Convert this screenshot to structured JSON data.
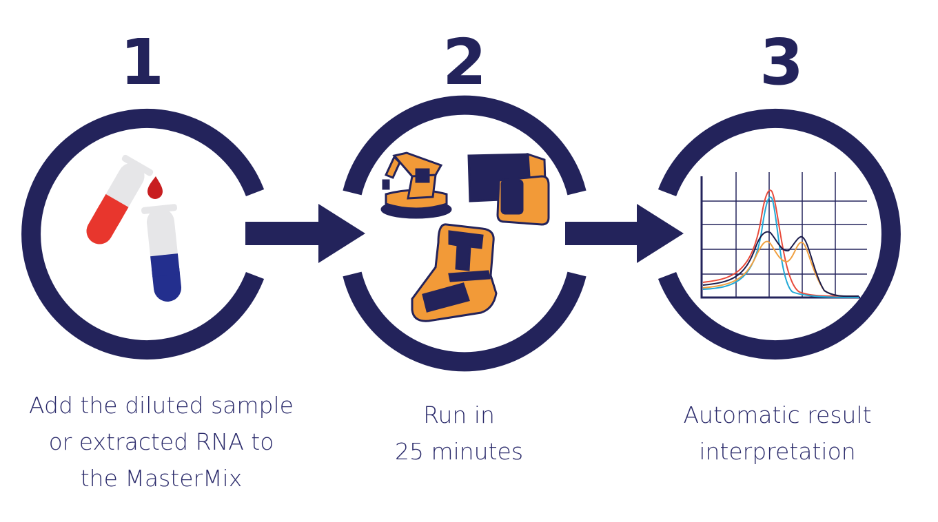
{
  "colors": {
    "navy": "#23235b",
    "orange": "#f29a38",
    "red": "#e8362d",
    "blue": "#232f8e",
    "tube": "#e6e6e8",
    "curve_red": "#e84a3a",
    "curve_cyan": "#22a9d6",
    "curve_orange": "#f0a040",
    "curve_dark": "#1b1b4a"
  },
  "steps": [
    {
      "number": "1",
      "icon": "test-tubes-icon",
      "caption": "Add the diluted sample\nor extracted RNA to\nthe  MasterMix"
    },
    {
      "number": "2",
      "icon": "lab-instruments-icon",
      "caption": "Run in\n25 minutes"
    },
    {
      "number": "3",
      "icon": "melt-curve-chart-icon",
      "caption": "Automatic result\ninterpretation"
    }
  ],
  "arrows": [
    "arrow-right-icon",
    "arrow-right-icon"
  ]
}
